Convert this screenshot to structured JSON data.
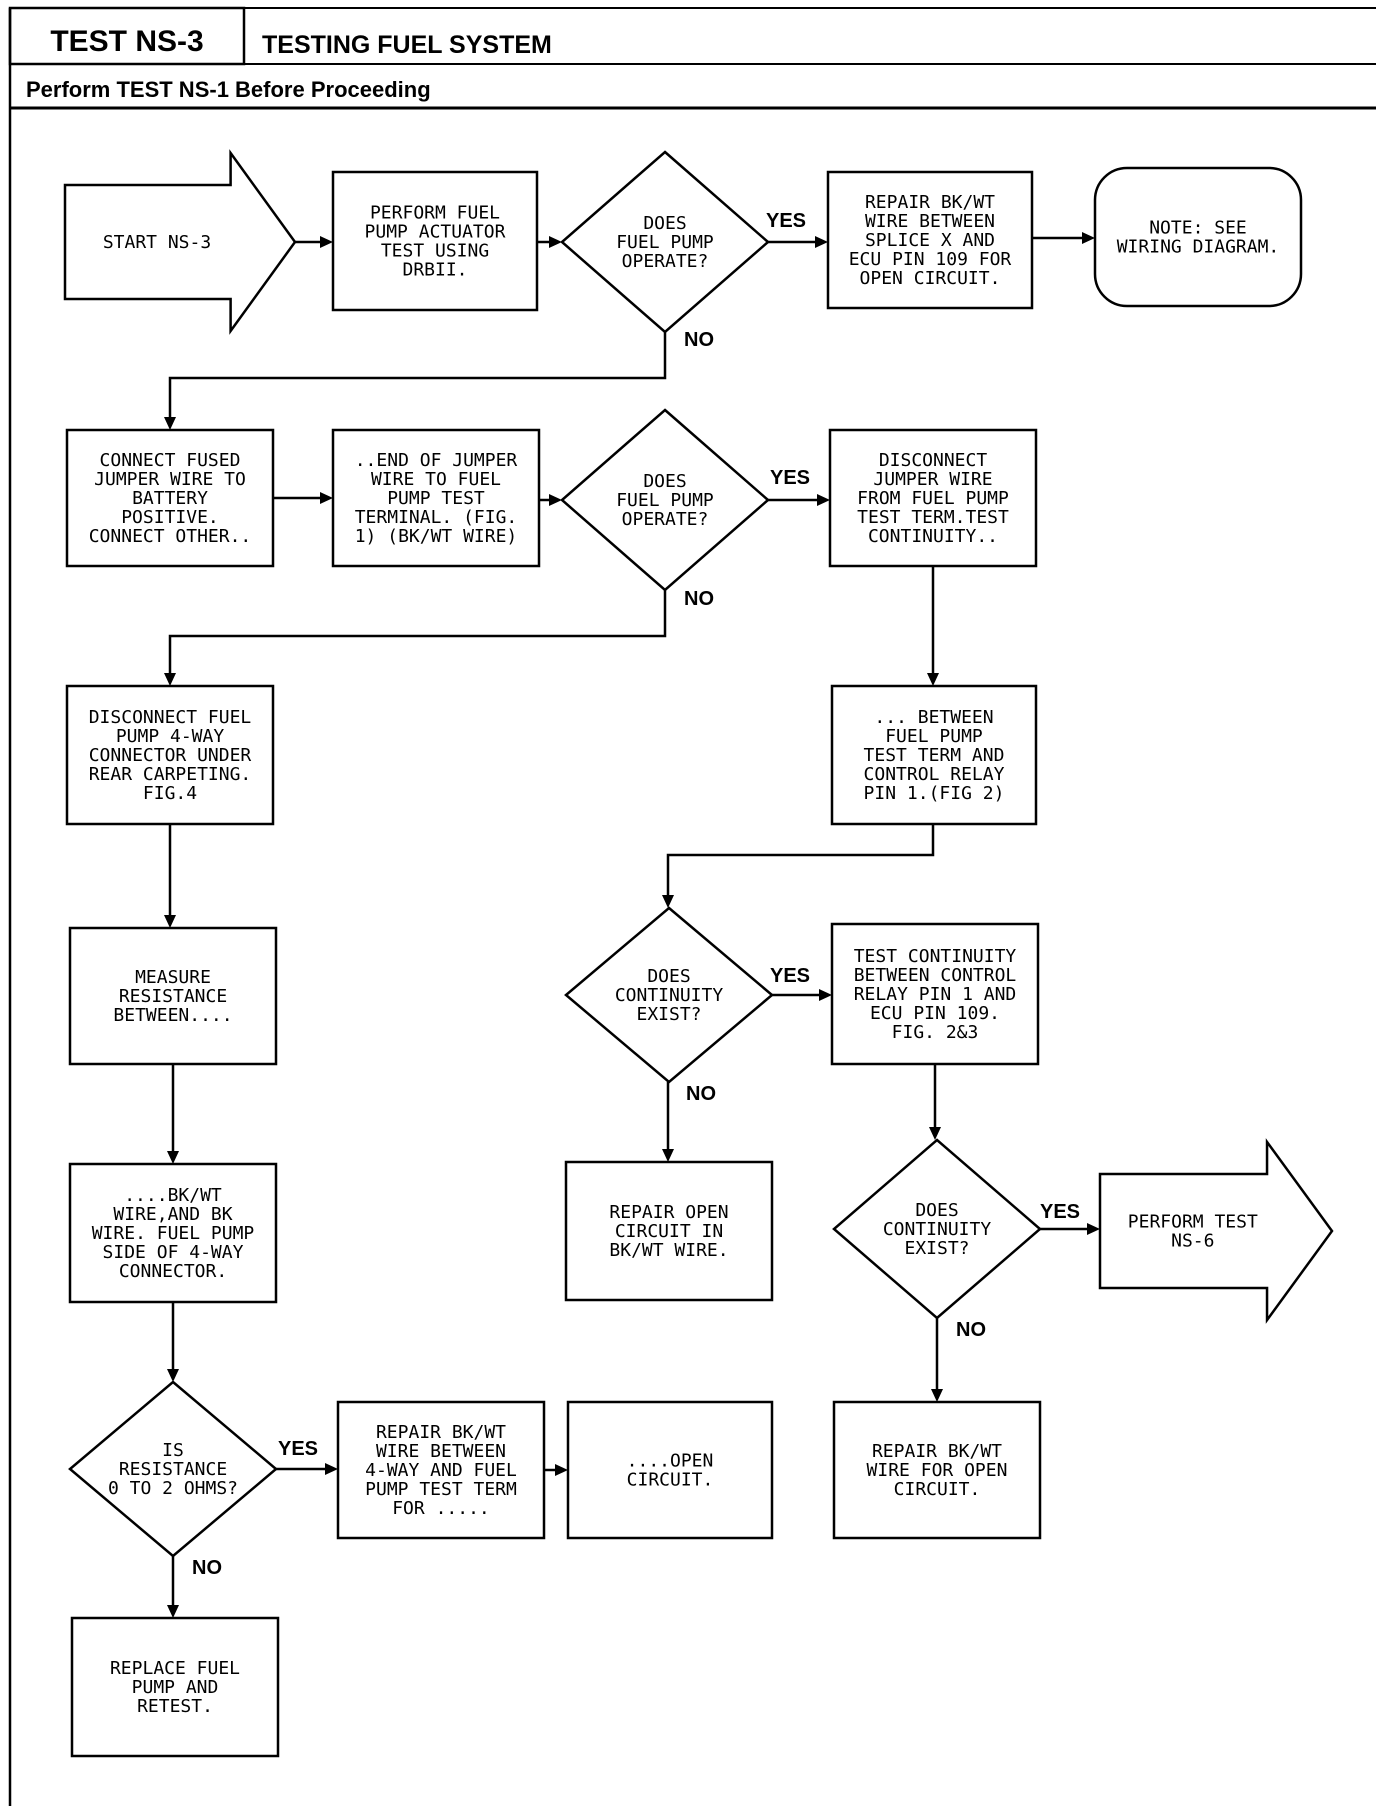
{
  "header": {
    "test_id": "TEST NS-3",
    "title": "TESTING FUEL SYSTEM",
    "prerequisite": "Perform TEST NS-1 Before Proceeding"
  },
  "branch_labels": {
    "yes": "YES",
    "no": "NO"
  },
  "nodes": {
    "start": [
      "START NS-3"
    ],
    "perform_actuator": [
      "PERFORM FUEL",
      "PUMP ACTUATOR",
      "TEST USING",
      "DRBII."
    ],
    "dec_pump_1": [
      "DOES",
      "FUEL PUMP",
      "OPERATE?"
    ],
    "repair_splice": [
      "REPAIR BK/WT",
      "WIRE BETWEEN",
      "SPLICE X AND",
      "ECU PIN 109 FOR",
      "OPEN CIRCUIT."
    ],
    "note": [
      "NOTE: SEE",
      "WIRING DIAGRAM."
    ],
    "connect_fused": [
      "CONNECT FUSED",
      "JUMPER WIRE TO",
      "BATTERY",
      "POSITIVE.",
      "CONNECT OTHER.."
    ],
    "end_jumper": [
      "..END OF JUMPER",
      "WIRE TO FUEL",
      "PUMP TEST",
      "TERMINAL. (FIG.",
      "1) (BK/WT WIRE)"
    ],
    "dec_pump_2": [
      "DOES",
      "FUEL PUMP",
      "OPERATE?"
    ],
    "disconnect_jumper": [
      "DISCONNECT",
      "JUMPER WIRE",
      "FROM FUEL PUMP",
      "TEST TERM.TEST",
      "CONTINUITY.."
    ],
    "disconnect_connector": [
      "DISCONNECT FUEL",
      "PUMP 4-WAY",
      "CONNECTOR UNDER",
      "REAR CARPETING.",
      "FIG.4"
    ],
    "between_relay": [
      "... BETWEEN",
      "FUEL PUMP",
      "TEST TERM AND",
      "CONTROL RELAY",
      "PIN 1.(FIG 2)"
    ],
    "measure_resistance": [
      "MEASURE",
      "RESISTANCE",
      "BETWEEN...."
    ],
    "dec_continuity_1": [
      "DOES",
      "CONTINUITY",
      "EXIST?"
    ],
    "test_continuity_ecu": [
      "TEST CONTINUITY",
      "BETWEEN CONTROL",
      "RELAY PIN 1 AND",
      "ECU PIN 109.",
      "FIG. 2&3"
    ],
    "bkwt_wire": [
      "....BK/WT",
      "WIRE,AND BK",
      "WIRE. FUEL PUMP",
      "SIDE OF 4-WAY",
      "CONNECTOR."
    ],
    "repair_open_bkwt": [
      "REPAIR OPEN",
      "CIRCUIT IN",
      "BK/WT WIRE."
    ],
    "dec_continuity_2": [
      "DOES",
      "CONTINUITY",
      "EXIST?"
    ],
    "perform_ns6": [
      "PERFORM TEST",
      "NS-6"
    ],
    "dec_resistance": [
      "IS",
      "RESISTANCE",
      "0 TO 2 OHMS?"
    ],
    "repair_4way": [
      "REPAIR BK/WT",
      "WIRE BETWEEN",
      "4-WAY AND FUEL",
      "PUMP TEST TERM",
      "FOR ....."
    ],
    "open_circuit": [
      "....OPEN",
      "CIRCUIT."
    ],
    "repair_bkwt_open": [
      "REPAIR BK/WT",
      "WIRE FOR OPEN",
      "CIRCUIT."
    ],
    "replace_pump": [
      "REPLACE FUEL",
      "PUMP AND",
      "RETEST."
    ]
  }
}
